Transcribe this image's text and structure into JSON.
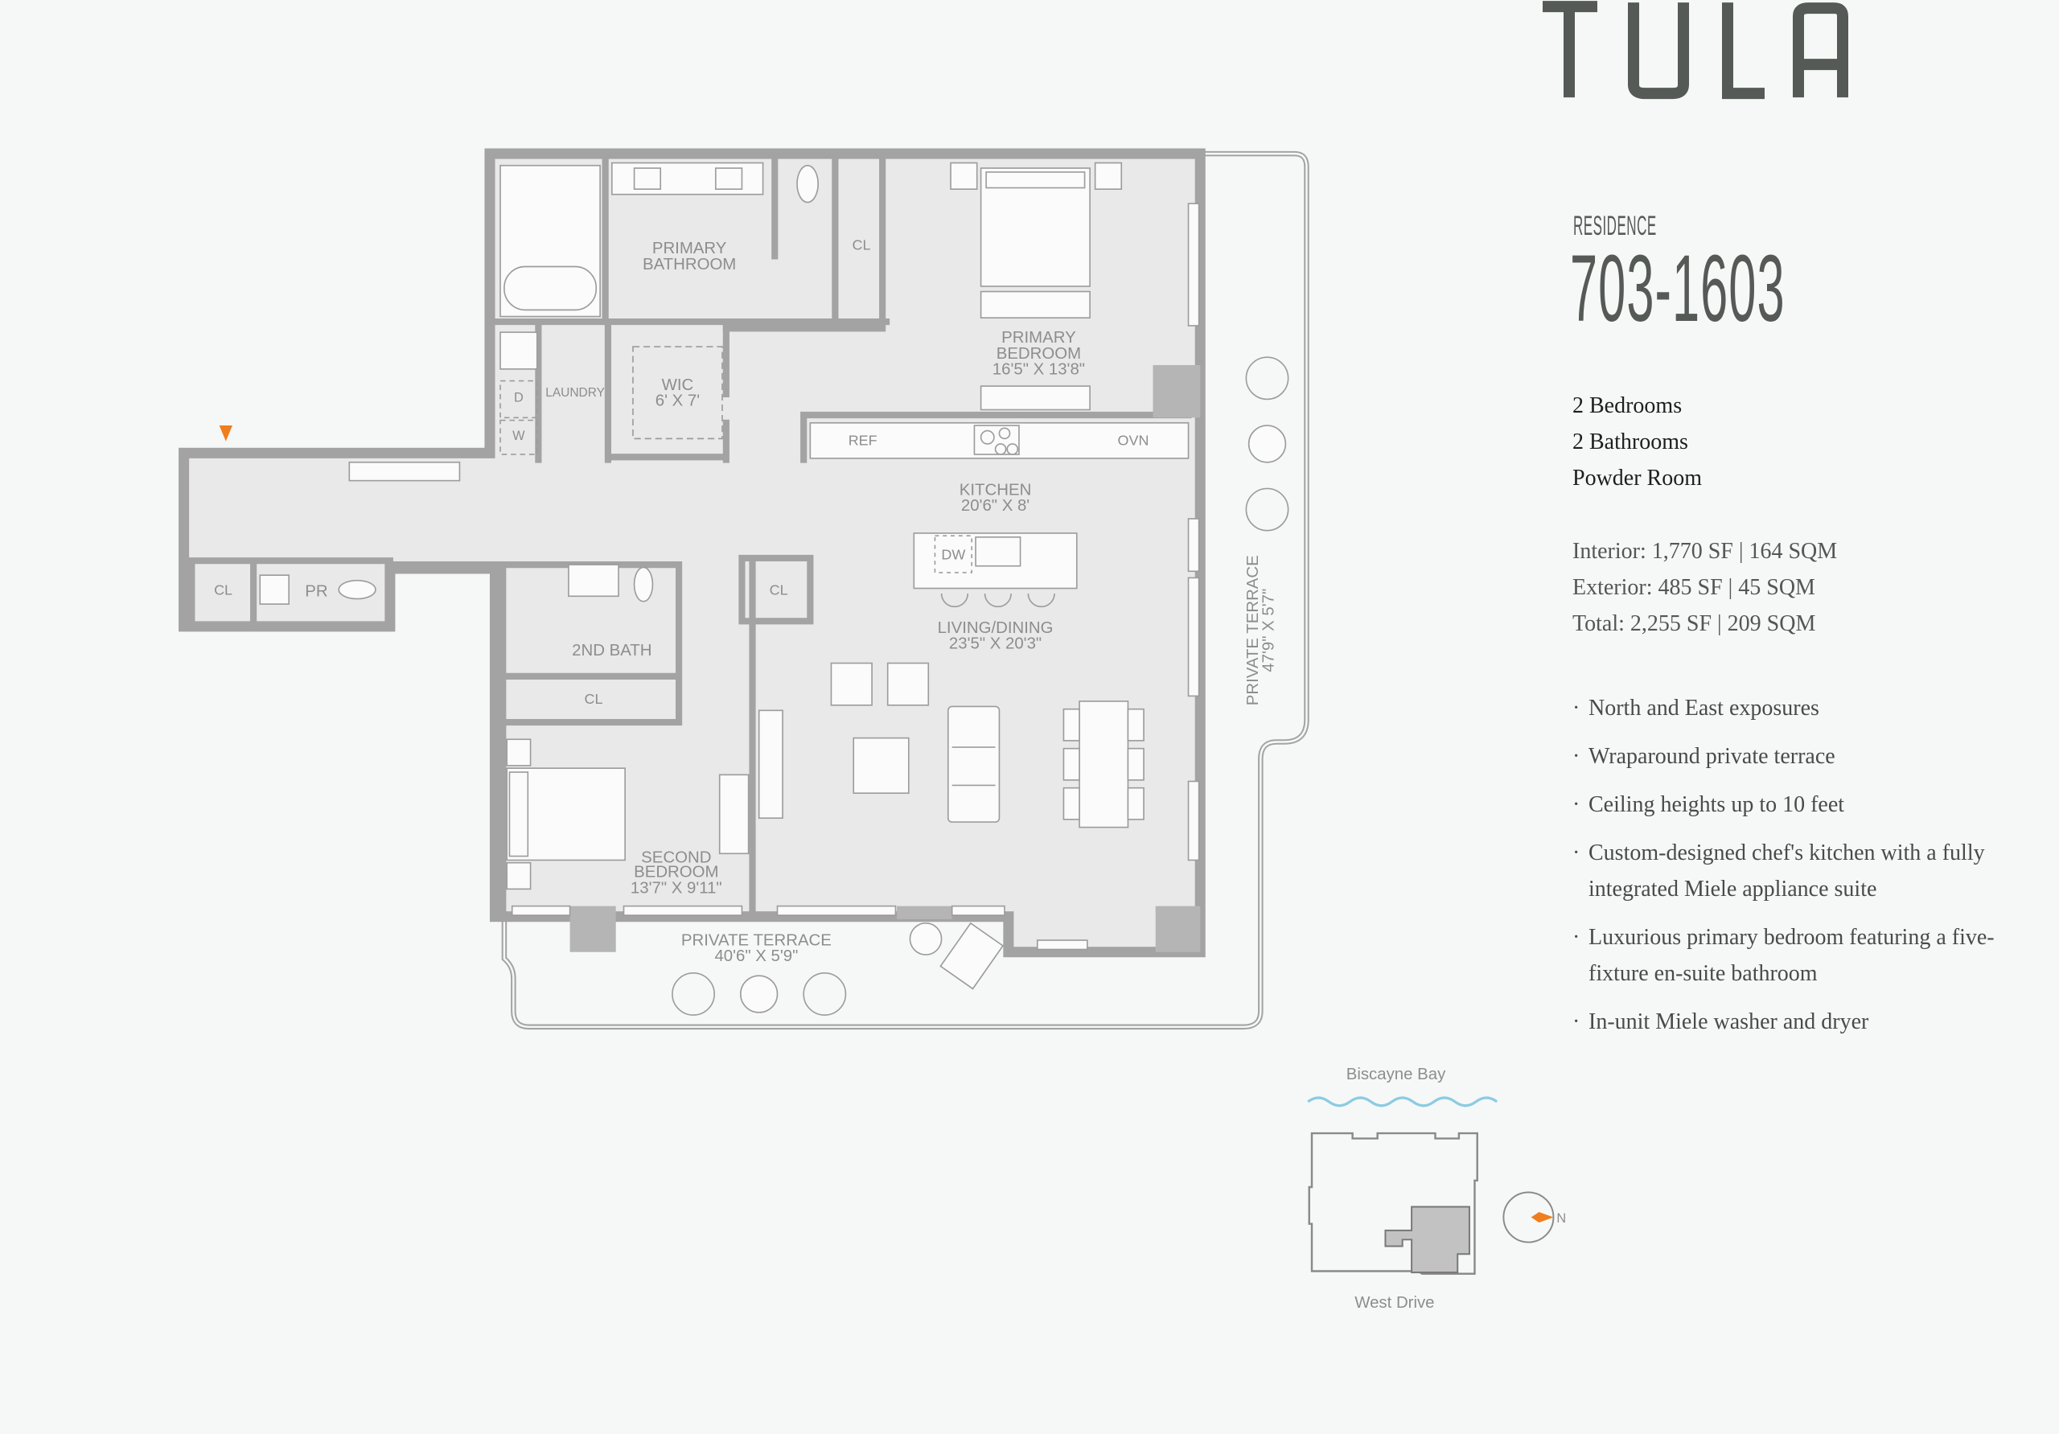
{
  "brand": {
    "logo_text": "TULA",
    "color": "#555a57"
  },
  "residence": {
    "label": "RESIDENCE",
    "number": "703-1603"
  },
  "rooms": [
    "2 Bedrooms",
    "2 Bathrooms",
    "Powder Room"
  ],
  "areas": [
    "Interior: 1,770 SF | 164 SQM",
    "Exterior: 485 SF | 45 SQM",
    "Total: 2,255 SF | 209 SQM"
  ],
  "features": [
    "North and East exposures",
    "Wraparound private terrace",
    "Ceiling heights up to 10 feet",
    "Custom-designed chef's kitchen with a fully integrated Miele appliance suite",
    "Luxurious primary bedroom featuring a five-fixture en-suite bathroom",
    "In-unit Miele washer and dryer"
  ],
  "floorplan": {
    "primary_bathroom": [
      "PRIMARY",
      "BATHROOM"
    ],
    "cl": "CL",
    "primary_bedroom": [
      "PRIMARY",
      "BEDROOM",
      "16'5\" X 13'8\""
    ],
    "laundry": "LAUNDRY",
    "dryer": "D",
    "washer": "W",
    "wic": [
      "WIC",
      "6' X 7'"
    ],
    "ref": "REF",
    "ovn": "OVN",
    "kitchen": [
      "KITCHEN",
      "20'6\" X 8'"
    ],
    "dw": "DW",
    "living": [
      "LIVING/DINING",
      "23'5\" X 20'3\""
    ],
    "pr": "PR",
    "second_bath": "2ND BATH",
    "second_bedroom": [
      "SECOND",
      "BEDROOM",
      "13'7\" X 9'11\""
    ],
    "terrace_south": [
      "PRIVATE TERRACE",
      "40'6\" X 5'9\""
    ],
    "terrace_east": [
      "PRIVATE TERRACE",
      "47'9\" X 5'7\""
    ]
  },
  "location_map": {
    "top_label": "Biscayne Bay",
    "bottom_label": "West Drive",
    "compass": "N"
  },
  "colors": {
    "accent": "#f07d1e",
    "water": "#8ccbe3",
    "wall": "#a3a3a3",
    "floor": "#e9e9e9"
  }
}
